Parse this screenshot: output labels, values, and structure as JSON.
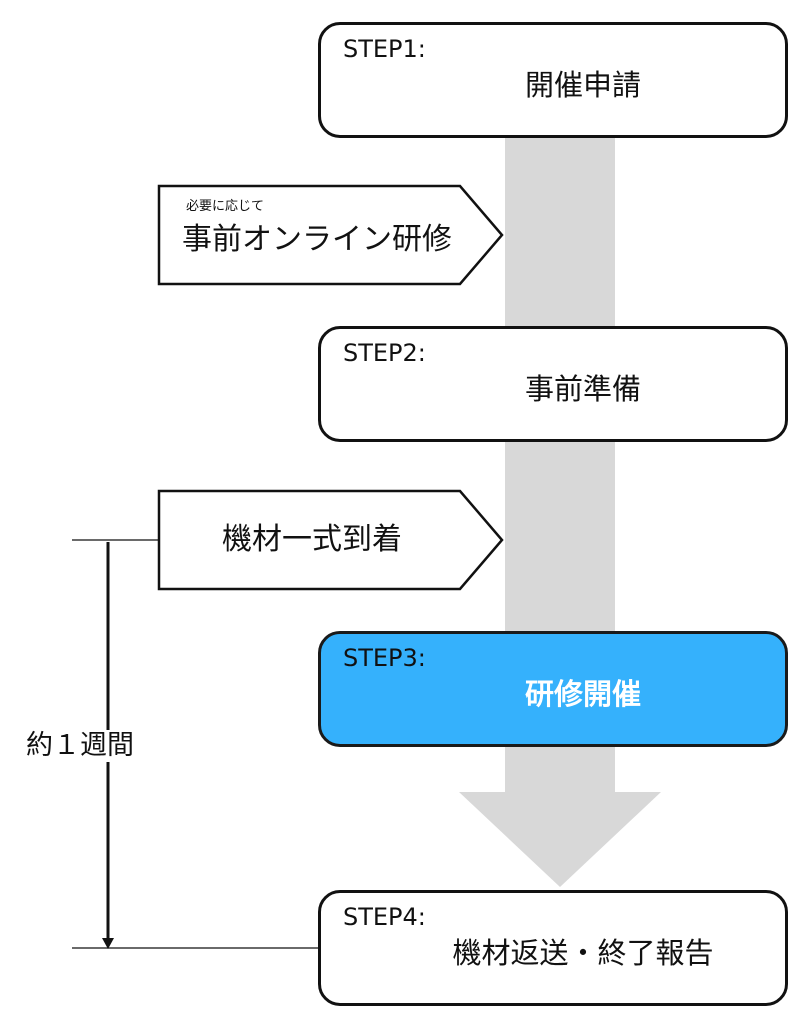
{
  "steps": [
    {
      "label": "STEP1:",
      "title": "開催申請"
    },
    {
      "label": "STEP2:",
      "title": "事前準備"
    },
    {
      "label": "STEP3:",
      "title": "研修開催"
    },
    {
      "label": "STEP4:",
      "title": "機材返送・終了報告"
    }
  ],
  "side_notes": {
    "online_training": {
      "note": "必要に応じて",
      "label": "事前オンライン研修"
    },
    "equipment_arrival": {
      "label": "機材一式到着"
    }
  },
  "duration": {
    "label": "約１週間"
  },
  "colors": {
    "highlight": "#35b1fc",
    "flow_arrow": "#d8d8d8",
    "border": "#111111"
  },
  "icons": {
    "flow_arrow": "down-arrow-icon",
    "duration_arrow": "down-arrow-icon"
  }
}
